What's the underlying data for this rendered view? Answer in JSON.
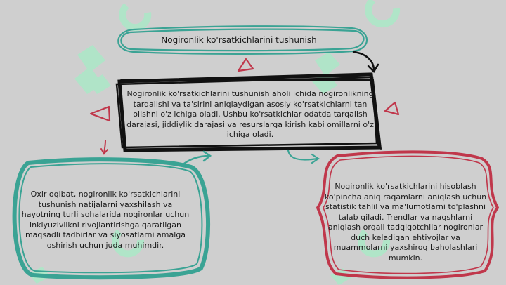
{
  "diagram": {
    "title_box": {
      "text": "Nogironlik ko'rsatkichlarini tushunish"
    },
    "center_box": {
      "text": "Nogironlik ko'rsatkichlarini tushunish aholi ichida nogironlikning tarqalishi va ta'sirini aniqlaydigan asosiy ko'rsatkichlarni tan olishni o'z ichiga oladi. Ushbu ko'rsatkichlar odatda tarqalish darajasi, jiddiylik darajasi va resurslarga kirish kabi omillarni o'z ichiga oladi."
    },
    "left_box": {
      "text": "Oxir oqibat, nogironlik ko'rsatkichlarini tushunish natijalarni yaxshilash va hayotning turli sohalarida nogironlar uchun inklyuzivlikni rivojlantirishga qaratilgan maqsadli tadbirlar va siyosatlarni amalga oshirish uchun juda muhimdir."
    },
    "right_box": {
      "text": "Nogironlik ko'rsatkichlarini hisoblash ko'pincha aniq raqamlarni aniqlash uchun statistik tahlil va ma'lumotlarni to'plashni talab qiladi. Trendlar va naqshlarni aniqlash orqali tadqiqotchilar nogironlar duch keladigan ehtiyojlar va muammolarni yaxshiroq baholashlari mumkin."
    }
  },
  "colors": {
    "background": "#cfcfcf",
    "teal": "#3aa394",
    "crimson": "#c0374b",
    "ink": "#111111",
    "watermark": "#a6ecc6"
  }
}
